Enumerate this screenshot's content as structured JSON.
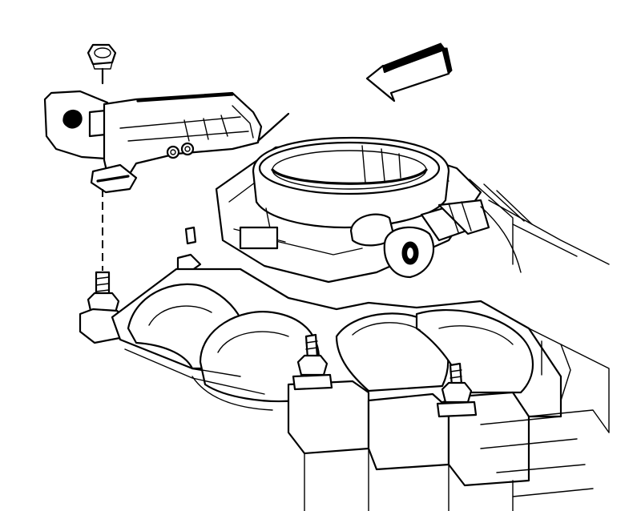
{
  "diagram": {
    "components": [
      "hex-nut",
      "mounting-bracket",
      "stud",
      "throttle-body",
      "intake-manifold",
      "direction-arrow"
    ],
    "colors": {
      "ink": "#000000",
      "paper": "#ffffff"
    }
  }
}
